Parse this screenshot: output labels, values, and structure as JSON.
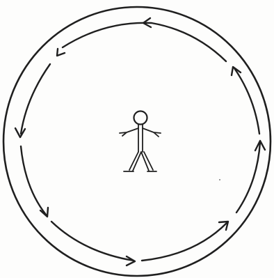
{
  "diagram": {
    "ink_color": "#1f1f1f",
    "background_color": "#fdfdfc",
    "circulation_direction": "counterclockwise",
    "arrow_count": 8,
    "center_figure": "stick-figure-person"
  }
}
